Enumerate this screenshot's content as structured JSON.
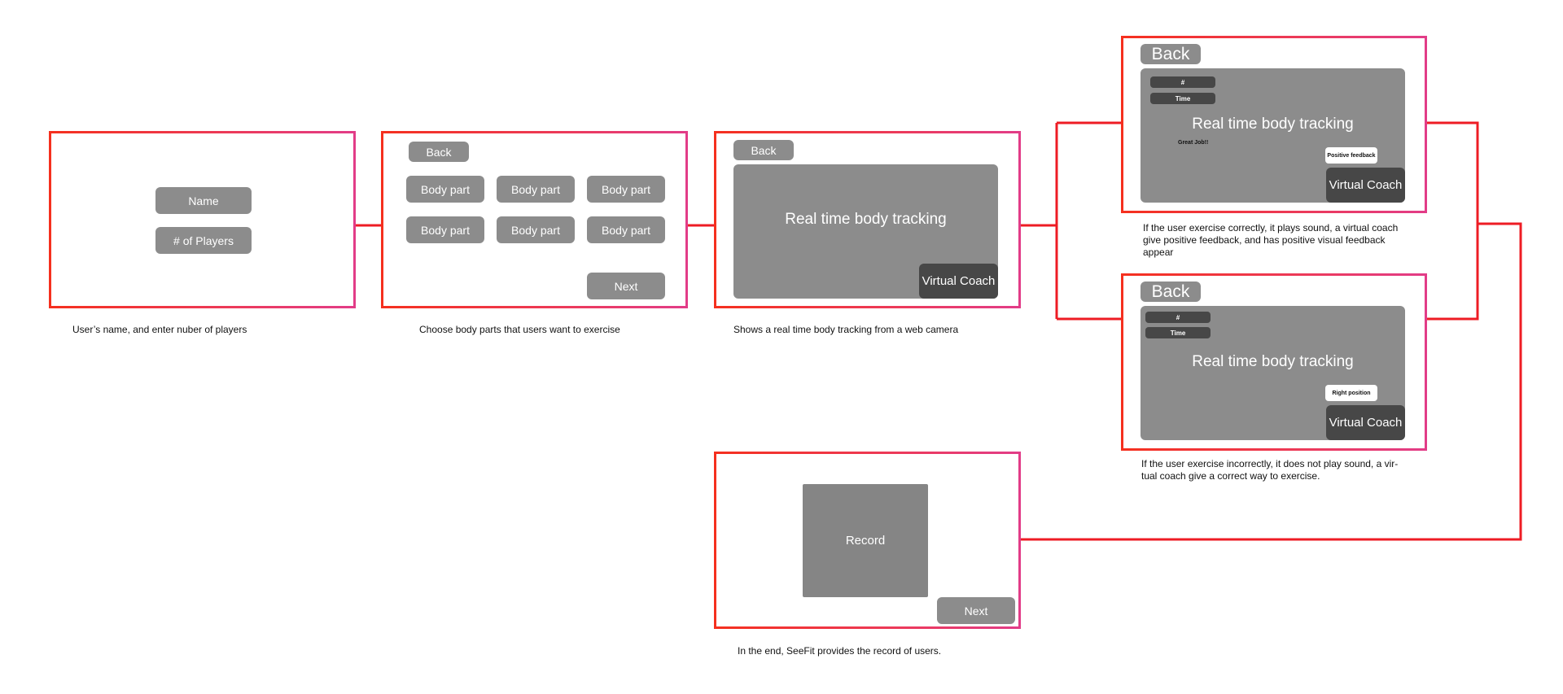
{
  "screen1": {
    "name_button": "Name",
    "players_button": "# of Players",
    "caption": "User’s name, and enter nuber of players"
  },
  "screen2": {
    "back_button": "Back",
    "body_parts": [
      "Body part",
      "Body part",
      "Body part",
      "Body part",
      "Body part",
      "Body part"
    ],
    "next_button": "Next",
    "caption": "Choose body parts that users want to exercise"
  },
  "screen3": {
    "back_button": "Back",
    "tracking_title": "Real time body tracking",
    "coach_label": "Virtual Coach",
    "caption": "Shows a real time body tracking from a web camera"
  },
  "screen4": {
    "back_button": "Back",
    "count_pill": "#",
    "time_pill": "Time",
    "tracking_title": "Real time body tracking",
    "great_job": "Great Job!!",
    "feedback_chip": "Positive feedback",
    "coach_label": "Virtual Coach",
    "caption_lines": [
      "If the user exercise correctly, it plays sound, a virtual coach",
      "give positive feedback, and has positive visual feedback",
      "appear"
    ]
  },
  "screen5": {
    "back_button": "Back",
    "count_pill": "#",
    "time_pill": "Time",
    "tracking_title": "Real time body tracking",
    "position_chip": "Right position",
    "coach_label": "Virtual Coach",
    "caption_lines": [
      "If the user exercise incorrectly, it does not play sound, a vir-",
      "tual coach give a correct way to exercise."
    ]
  },
  "screen6": {
    "record_label": "Record",
    "next_button": "Next",
    "caption": "In the end, SeeFit provides the record of users."
  },
  "colors": {
    "frame_start": "#f5301e",
    "frame_end": "#e23c88",
    "connector": "#ee1c24",
    "button": "#8c8c8c",
    "coach": "#474747"
  }
}
